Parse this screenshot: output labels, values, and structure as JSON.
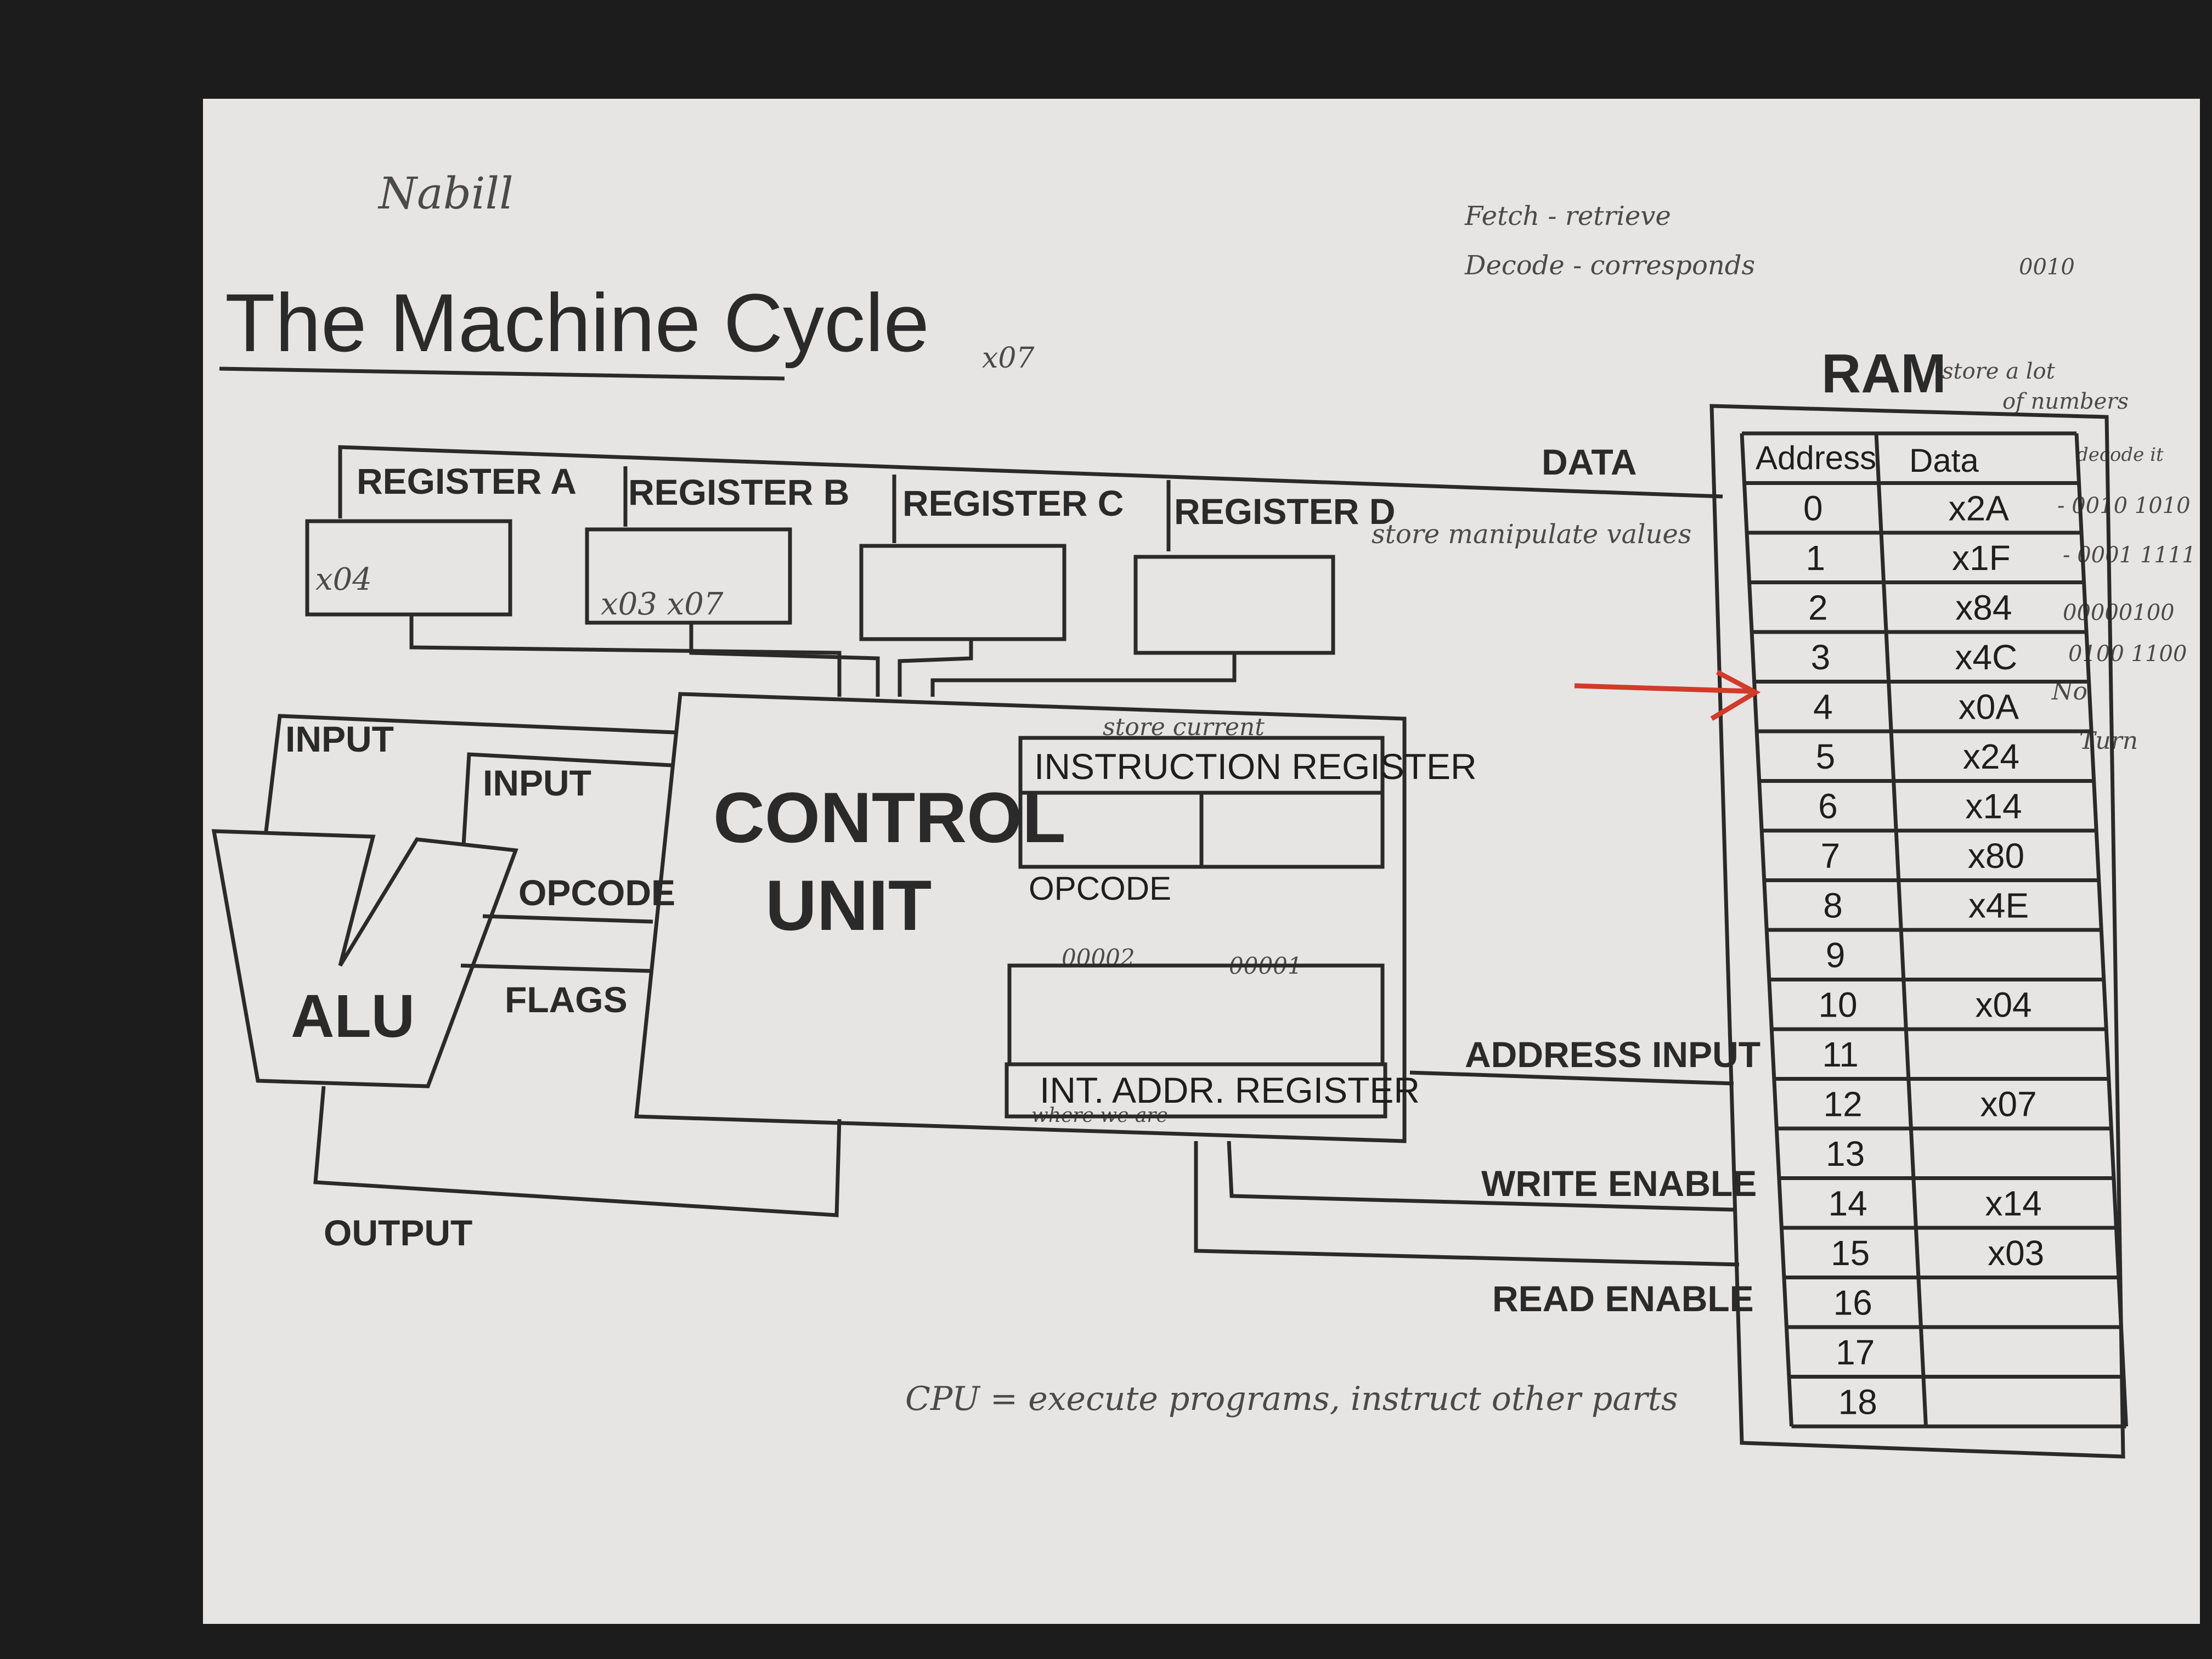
{
  "title": "The Machine Cycle",
  "registers": [
    {
      "label": "REGISTER A",
      "value": "x04"
    },
    {
      "label": "REGISTER B",
      "value": "x03 x07"
    },
    {
      "label": "REGISTER C",
      "value": ""
    },
    {
      "label": "REGISTER D",
      "value": ""
    }
  ],
  "control_unit": {
    "line1": "CONTROL",
    "line2": "UNIT"
  },
  "instruction_register": {
    "label": "INSTRUCTION REGISTER",
    "opcode_label": "OPCODE"
  },
  "int_addr_register": {
    "label": "INT. ADDR. REGISTER",
    "bits_left": "00002",
    "bits_right": "00001"
  },
  "alu": {
    "label": "ALU",
    "input1": "INPUT",
    "input2": "INPUT",
    "opcode": "OPCODE",
    "flags": "FLAGS",
    "output": "OUTPUT"
  },
  "buses": {
    "data": "DATA",
    "address_input": "ADDRESS INPUT",
    "write_enable": "WRITE ENABLE",
    "read_enable": "READ ENABLE"
  },
  "ram": {
    "title": "RAM",
    "headers": [
      "Address",
      "Data"
    ],
    "rows": [
      {
        "address": "0",
        "data": "x2A"
      },
      {
        "address": "1",
        "data": "x1F"
      },
      {
        "address": "2",
        "data": "x84"
      },
      {
        "address": "3",
        "data": "x4C"
      },
      {
        "address": "4",
        "data": "x0A"
      },
      {
        "address": "5",
        "data": "x24"
      },
      {
        "address": "6",
        "data": "x14"
      },
      {
        "address": "7",
        "data": "x80"
      },
      {
        "address": "8",
        "data": "x4E"
      },
      {
        "address": "9",
        "data": ""
      },
      {
        "address": "10",
        "data": "x04"
      },
      {
        "address": "11",
        "data": ""
      },
      {
        "address": "12",
        "data": "x07"
      },
      {
        "address": "13",
        "data": ""
      },
      {
        "address": "14",
        "data": "x14"
      },
      {
        "address": "15",
        "data": "x03"
      },
      {
        "address": "16",
        "data": ""
      },
      {
        "address": "17",
        "data": ""
      },
      {
        "address": "18",
        "data": ""
      }
    ]
  },
  "notes": {
    "name": "Nabill",
    "fetch": "Fetch - retrieve",
    "decode": "Decode - corresponds",
    "x07": "x07",
    "ram_note1": "store a lot",
    "ram_note2": "of numbers",
    "registers_note": "store manipulate values",
    "store_current": "store current",
    "where_we_are": "where we are",
    "cpu_note": "CPU = execute programs, instruct other parts",
    "side_0010": "0010",
    "side_decode": "decode it",
    "side_binary1": "- 0010 1010",
    "side_binary2": "- 0001 1111",
    "side_binary3": "00000100",
    "side_binary4": "0100 1100",
    "side_no": "No",
    "side_turn": "Turn"
  },
  "colors": {
    "paper": "#e6e5e3",
    "ink": "#2a2a2a",
    "arrow": "#d23a2a",
    "background": "#1c1c1c"
  }
}
